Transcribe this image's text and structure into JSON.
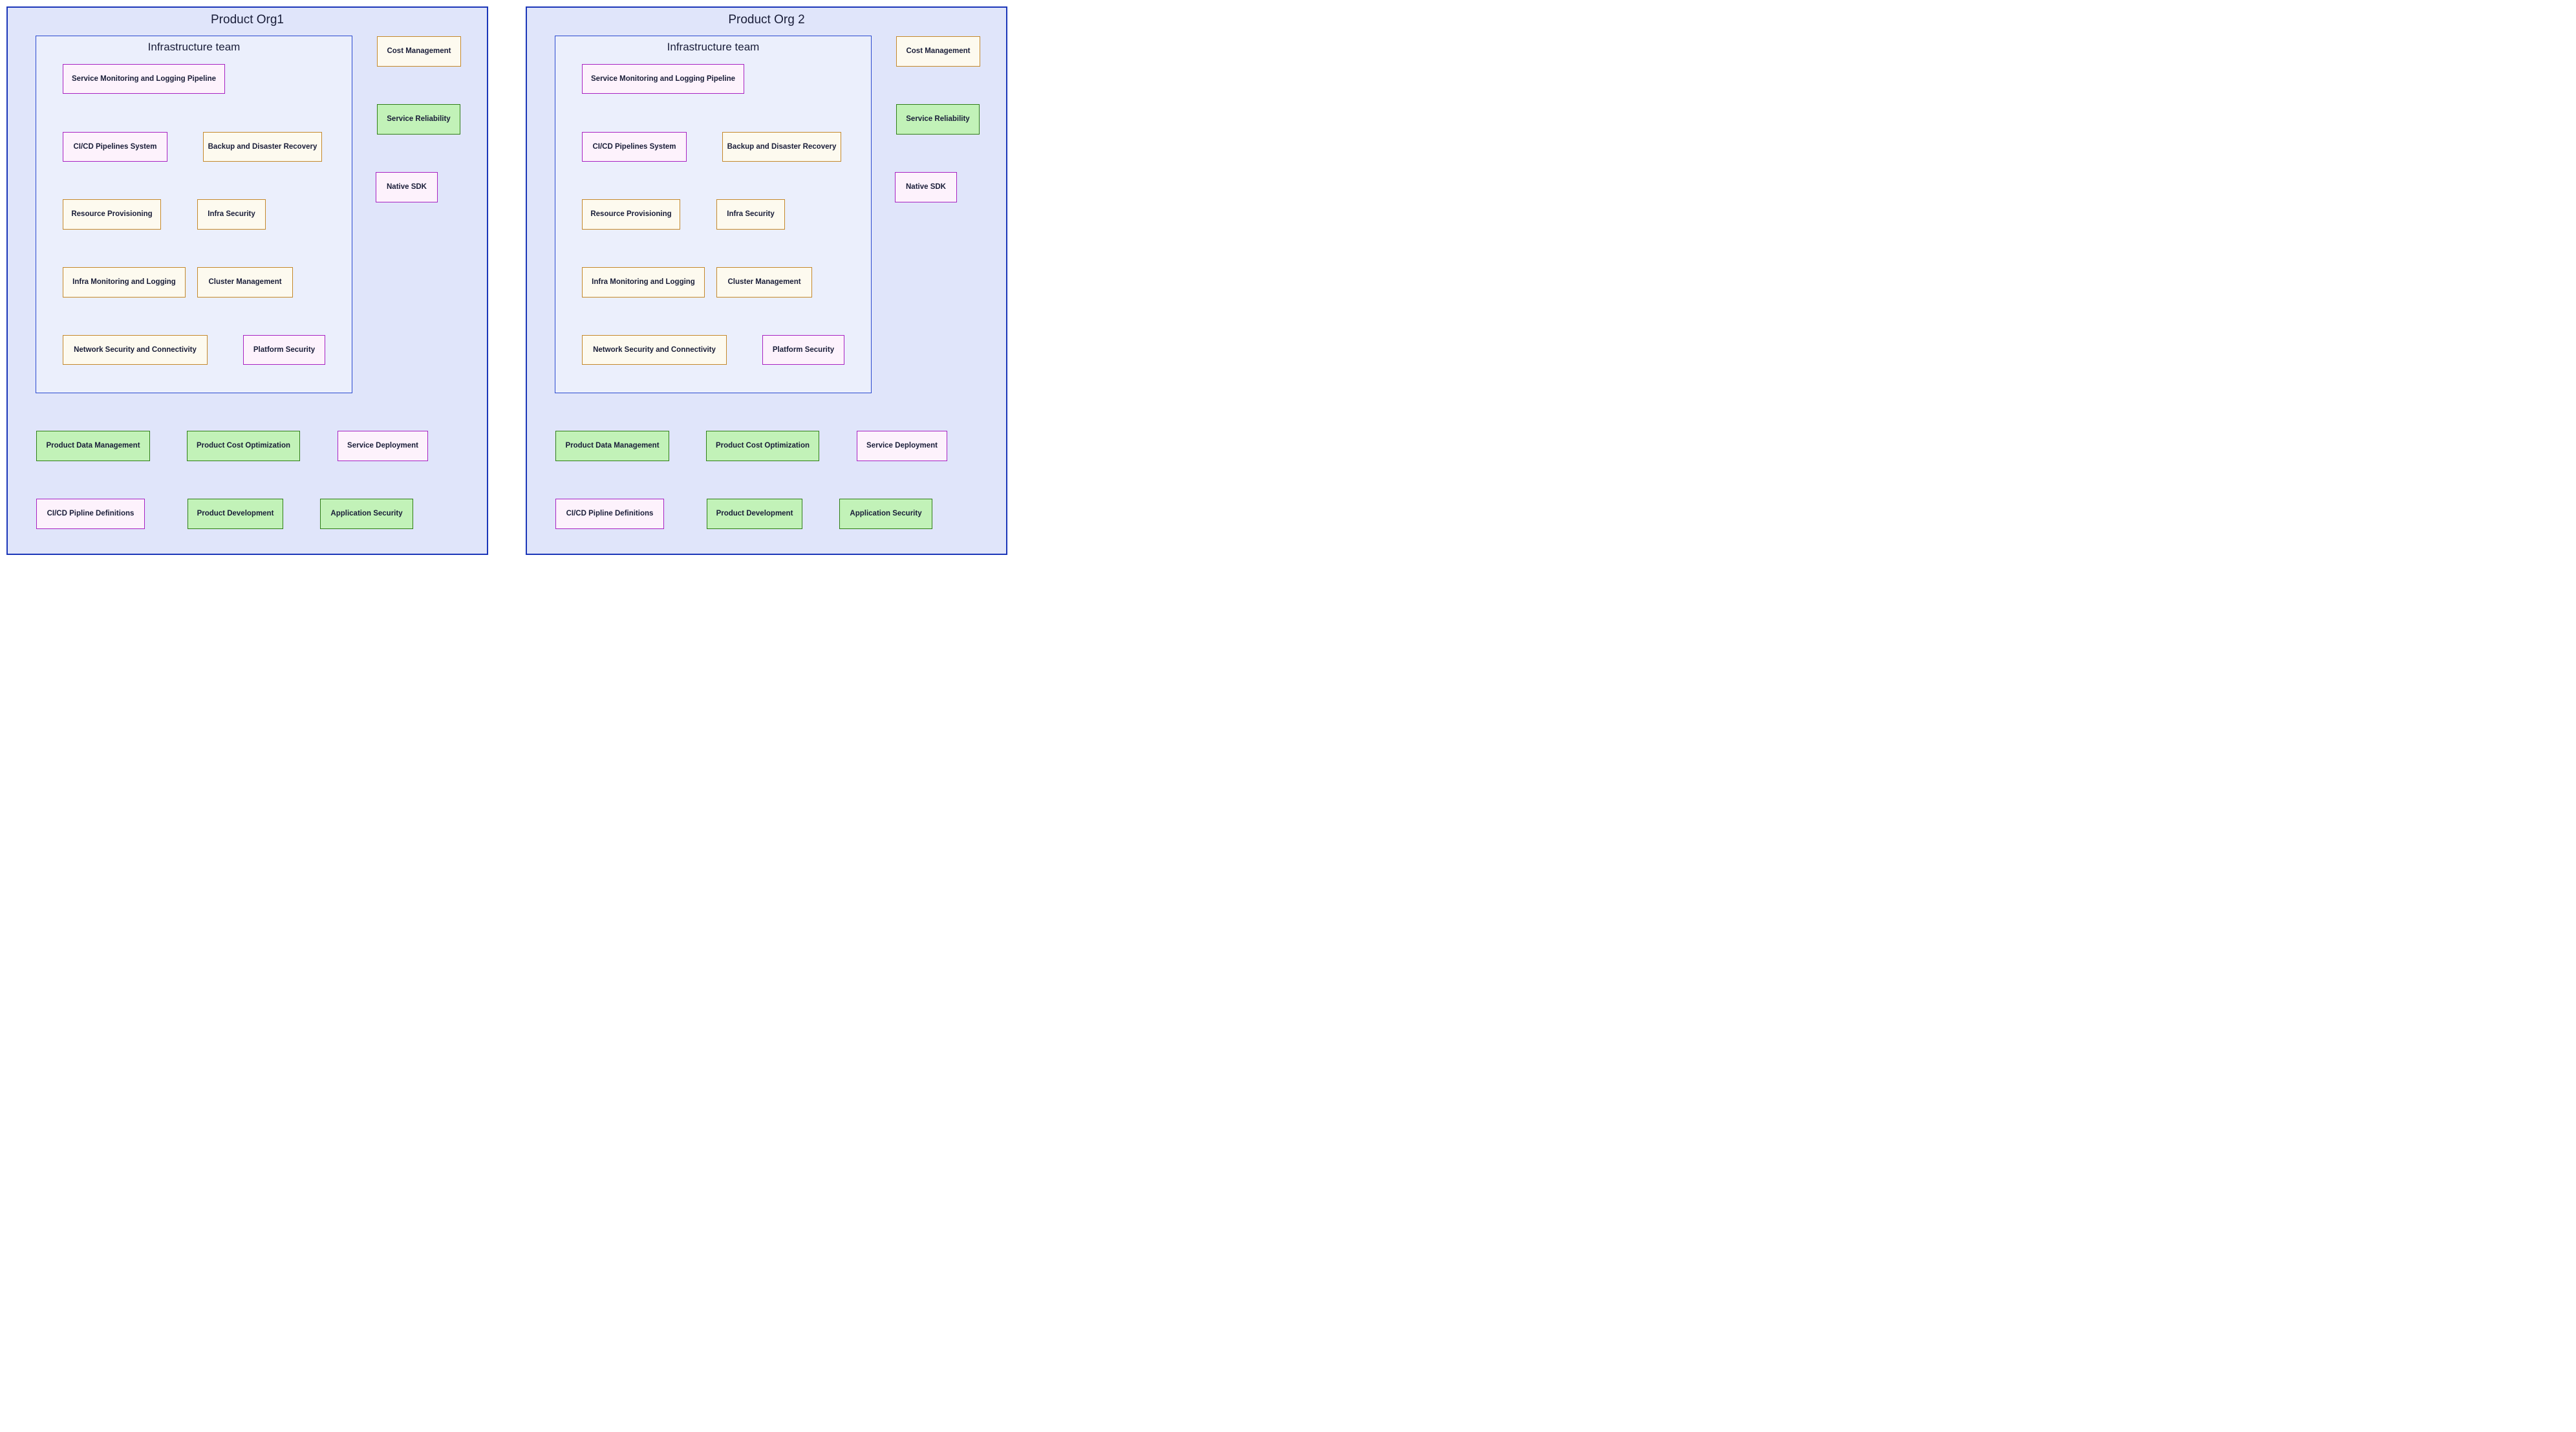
{
  "colors": {
    "panel_border": "#1b36b8",
    "panel_fill": "#e0e5fa",
    "group_border": "#2a49cf",
    "group_fill": "#ebeffc",
    "pink_fill": "#fdf2fc",
    "pink_border": "#a822c2",
    "cream_fill": "#fdfaef",
    "cream_border": "#c4882b",
    "green_fill": "#c2f2b8",
    "green_border": "#2f7e16",
    "text": "#191d38"
  },
  "orgs": [
    {
      "title": "Product Org1",
      "infra": {
        "title": "Infrastructure team",
        "boxes": [
          {
            "label": "Service Monitoring and Logging Pipeline",
            "type": "pink"
          },
          {
            "label": "CI/CD Pipelines System",
            "type": "pink"
          },
          {
            "label": "Backup and Disaster Recovery",
            "type": "cream"
          },
          {
            "label": "Resource Provisioning",
            "type": "cream"
          },
          {
            "label": "Infra Security",
            "type": "cream"
          },
          {
            "label": "Infra Monitoring and Logging",
            "type": "cream"
          },
          {
            "label": "Cluster Management",
            "type": "cream"
          },
          {
            "label": "Network Security and Connectivity",
            "type": "cream"
          },
          {
            "label": "Platform Security",
            "type": "pink"
          }
        ]
      },
      "side_boxes": [
        {
          "label": "Cost Management",
          "type": "cream"
        },
        {
          "label": "Service Reliability",
          "type": "green"
        },
        {
          "label": "Native SDK",
          "type": "pink"
        }
      ],
      "bottom_boxes": [
        {
          "label": "Product Data Management",
          "type": "green"
        },
        {
          "label": "Product Cost Optimization",
          "type": "green"
        },
        {
          "label": "Service Deployment",
          "type": "pink"
        },
        {
          "label": "CI/CD Pipline Definitions",
          "type": "pink"
        },
        {
          "label": "Product Development",
          "type": "green"
        },
        {
          "label": "Application Security",
          "type": "green"
        }
      ]
    },
    {
      "title": "Product Org 2",
      "infra": {
        "title": "Infrastructure team",
        "boxes": [
          {
            "label": "Service Monitoring and Logging Pipeline",
            "type": "pink"
          },
          {
            "label": "CI/CD Pipelines System",
            "type": "pink"
          },
          {
            "label": "Backup and Disaster Recovery",
            "type": "cream"
          },
          {
            "label": "Resource Provisioning",
            "type": "cream"
          },
          {
            "label": "Infra Security",
            "type": "cream"
          },
          {
            "label": "Infra Monitoring and Logging",
            "type": "cream"
          },
          {
            "label": "Cluster Management",
            "type": "cream"
          },
          {
            "label": "Network Security and Connectivity",
            "type": "cream"
          },
          {
            "label": "Platform Security",
            "type": "pink"
          }
        ]
      },
      "side_boxes": [
        {
          "label": "Cost Management",
          "type": "cream"
        },
        {
          "label": "Service Reliability",
          "type": "green"
        },
        {
          "label": "Native SDK",
          "type": "pink"
        }
      ],
      "bottom_boxes": [
        {
          "label": "Product Data Management",
          "type": "green"
        },
        {
          "label": "Product Cost Optimization",
          "type": "green"
        },
        {
          "label": "Service Deployment",
          "type": "pink"
        },
        {
          "label": "CI/CD Pipline Definitions",
          "type": "pink"
        },
        {
          "label": "Product Development",
          "type": "green"
        },
        {
          "label": "Application Security",
          "type": "green"
        }
      ]
    }
  ]
}
